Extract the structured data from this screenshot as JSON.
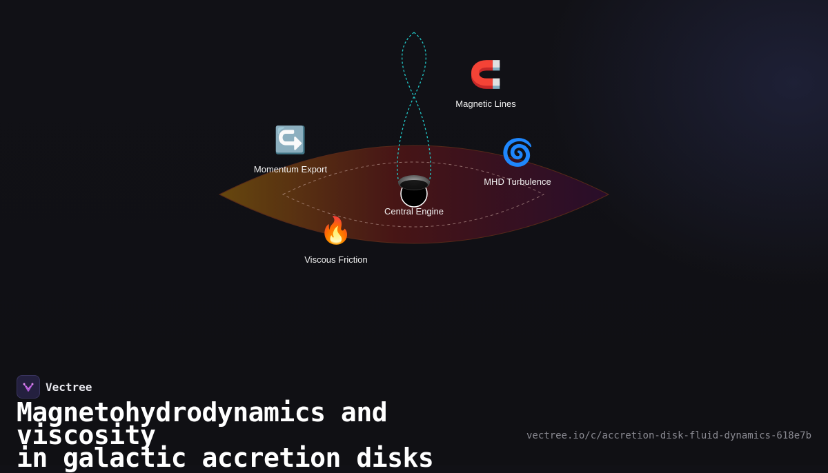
{
  "diagram": {
    "nodes": [
      {
        "id": "magnetic",
        "icon": "magnet-icon",
        "glyph": "🧲",
        "label": "Magnetic Lines"
      },
      {
        "id": "momentum",
        "icon": "return-arrow-icon",
        "glyph": "↪️",
        "label": "Momentum Export"
      },
      {
        "id": "mhd",
        "icon": "cyclone-icon",
        "glyph": "🌀",
        "label": "MHD Turbulence"
      },
      {
        "id": "engine",
        "icon": "black-hole-icon",
        "glyph": "",
        "label": "Central Engine"
      },
      {
        "id": "viscous",
        "icon": "fire-icon",
        "glyph": "🔥",
        "label": "Viscous Friction"
      }
    ],
    "colors": {
      "disk_left": "#6b4a0e",
      "disk_mid": "#4a1414",
      "disk_right": "#2a0d2a",
      "field_lines": "#22c9c9"
    }
  },
  "brand": {
    "name": "Vectree"
  },
  "title": {
    "line1": "Magnetohydrodynamics and viscosity",
    "line2": "in galactic accretion disks"
  },
  "url": "vectree.io/c/accretion-disk-fluid-dynamics-618e7b"
}
